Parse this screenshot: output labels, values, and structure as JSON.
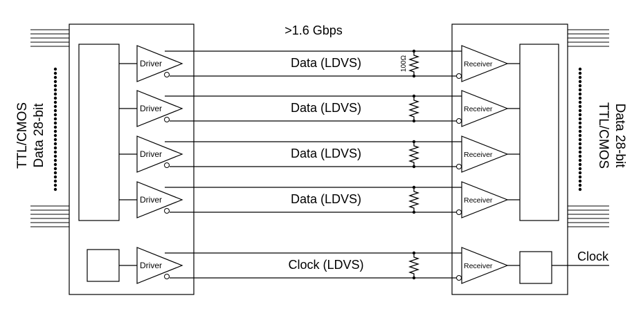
{
  "diagram": {
    "speed_label": ">1.6 Gbps",
    "left_bus_label_line1": "TTL/CMOS",
    "left_bus_label_line2": "Data 28-bit",
    "right_bus_label_line1": "TTL/CMOS",
    "right_bus_label_line2": "Data 28-bit",
    "resistor_value": "100Ω",
    "clock_output_label": "Clock",
    "driver_label": "Driver",
    "receiver_label": "Receiver",
    "channels": [
      {
        "label": "Data (LDVS)",
        "type": "data"
      },
      {
        "label": "Data (LDVS)",
        "type": "data"
      },
      {
        "label": "Data (LDVS)",
        "type": "data"
      },
      {
        "label": "Data (LDVS)",
        "type": "data"
      },
      {
        "label": "Clock (LDVS)",
        "type": "clock"
      }
    ],
    "colors": {
      "line": "#000000",
      "background": "#ffffff"
    }
  }
}
